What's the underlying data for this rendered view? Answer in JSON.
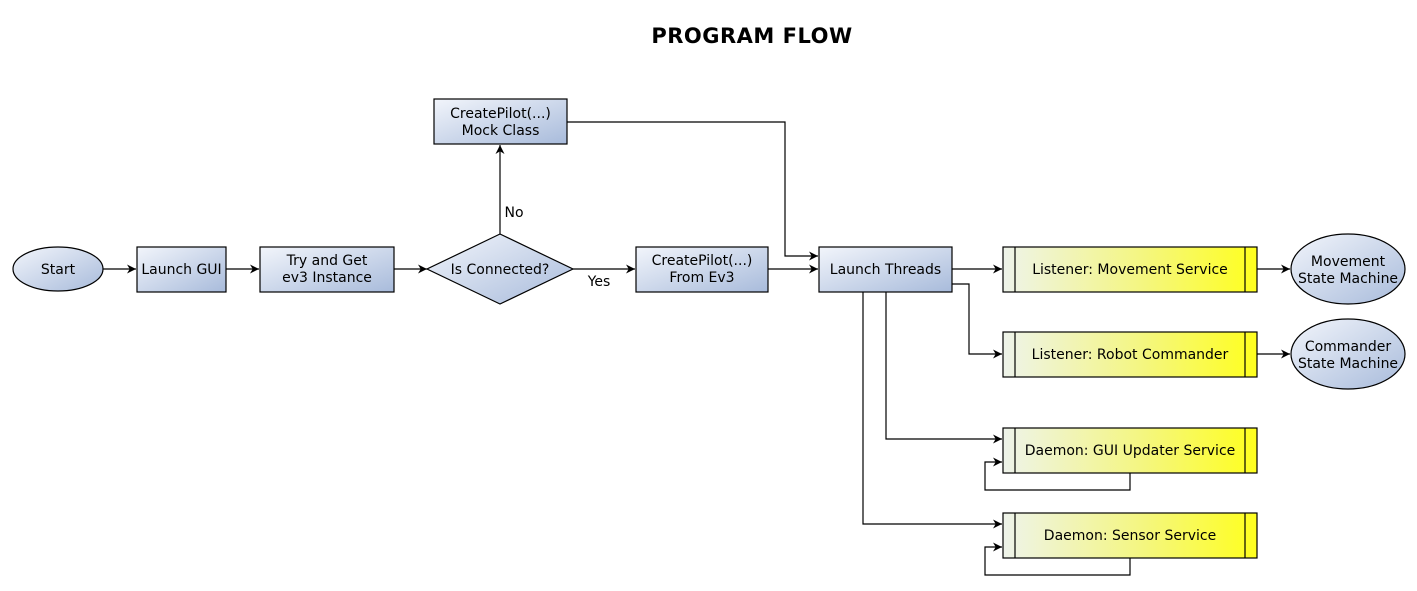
{
  "title": "PROGRAM FLOW",
  "nodes": {
    "start": "Start",
    "launch_gui": "Launch GUI",
    "try_get": [
      "Try and Get",
      "ev3 Instance"
    ],
    "is_connected": "Is Connected?",
    "create_mock": [
      "CreatePilot(...)",
      "Mock Class"
    ],
    "create_ev3": [
      "CreatePilot(...)",
      "From Ev3"
    ],
    "launch_threads": "Launch Threads",
    "listener_movement": "Listener: Movement Service",
    "listener_commander": "Listener: Robot Commander",
    "daemon_gui": "Daemon: GUI Updater Service",
    "daemon_sensor": "Daemon: Sensor Service",
    "movement_sm": [
      "Movement",
      "State Machine"
    ],
    "commander_sm": [
      "Commander",
      "State Machine"
    ]
  },
  "edge_labels": {
    "no": "No",
    "yes": "Yes"
  },
  "colors": {
    "process_fill_start": "#eef2fa",
    "process_fill_end": "#a9bcdb",
    "thread_fill_start": "#eef4e6",
    "thread_fill_end": "#ffff22",
    "stroke": "#000000"
  }
}
